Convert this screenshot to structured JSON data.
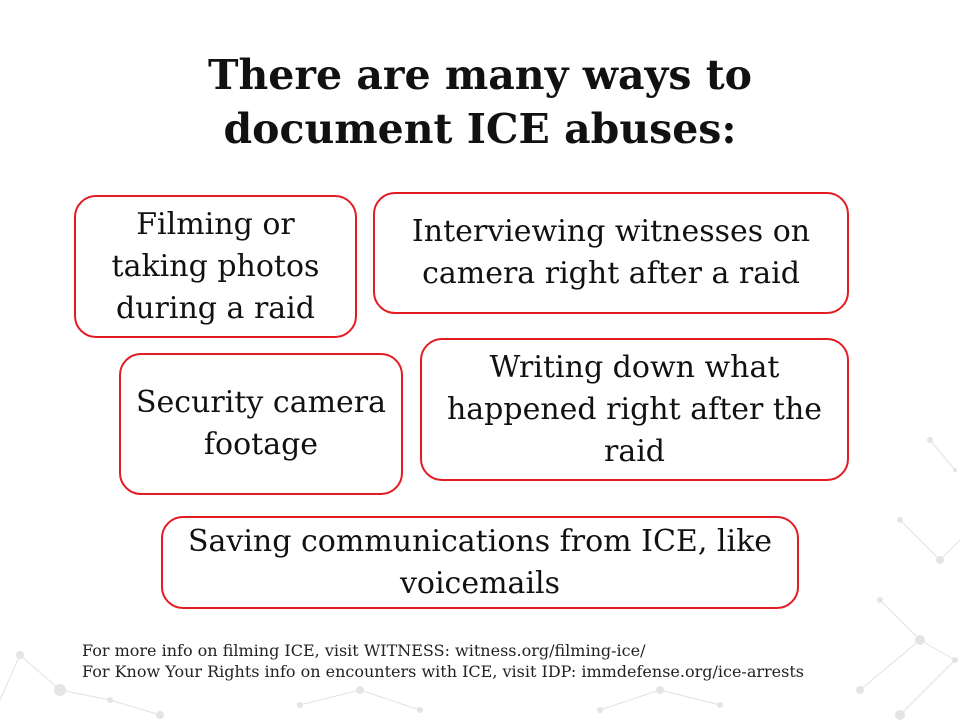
{
  "title": {
    "line1": "There are many ways to",
    "line2": "document ICE abuses:"
  },
  "cards": [
    {
      "text": "Filming or taking photos during a raid"
    },
    {
      "text": "Interviewing witnesses on camera right after a raid"
    },
    {
      "text": "Security camera footage"
    },
    {
      "text": "Writing down what happened right after the raid"
    },
    {
      "text": "Saving communications from ICE, like voicemails"
    }
  ],
  "footer": {
    "line1": "For more info on filming ICE, visit WITNESS: witness.org/filming-ice/",
    "line2": "For Know Your Rights info on encounters with ICE, visit IDP: immdefense.org/ice-arrests"
  },
  "colors": {
    "accent": "#e31b23",
    "text": "#111111",
    "background": "#ffffff"
  }
}
